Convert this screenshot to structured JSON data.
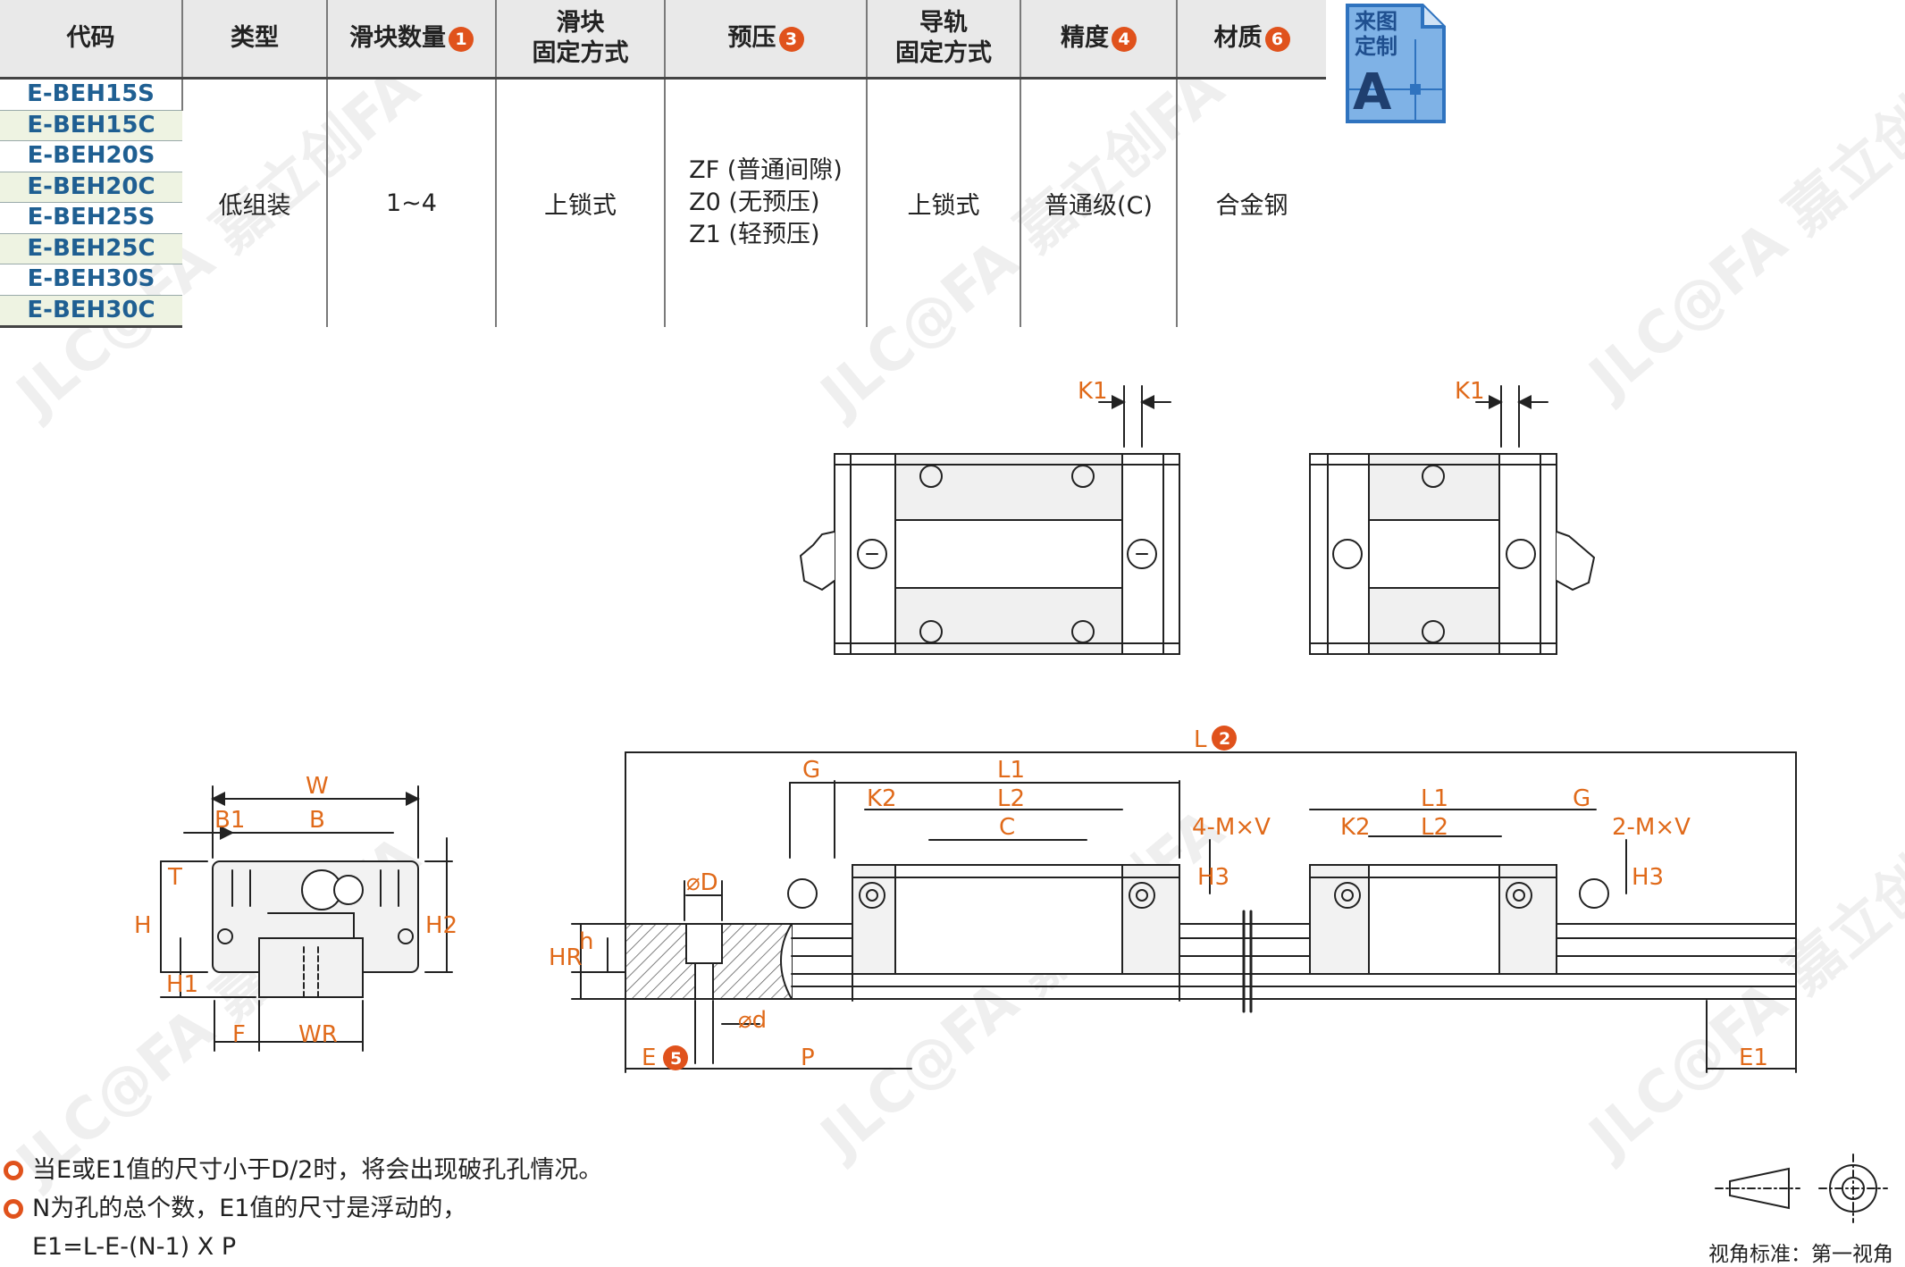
{
  "table": {
    "headers": {
      "code": "代码",
      "type": "类型",
      "slider_qty": "滑块数量",
      "slider_fix_1": "滑块",
      "slider_fix_2": "固定方式",
      "preload": "预压",
      "rail_fix_1": "导轨",
      "rail_fix_2": "固定方式",
      "accuracy": "精度",
      "material": "材质"
    },
    "badges": {
      "slider_qty": "1",
      "preload": "3",
      "accuracy": "4",
      "material": "6"
    },
    "codes": [
      "E-BEH15S",
      "E-BEH15C",
      "E-BEH20S",
      "E-BEH20C",
      "E-BEH25S",
      "E-BEH25C",
      "E-BEH30S",
      "E-BEH30C"
    ],
    "type": "低组装",
    "slider_qty": "1~4",
    "slider_fix": "上锁式",
    "preload": [
      "ZF (普通间隙)",
      "Z0 (无预压)",
      "Z1 (轻预压)"
    ],
    "rail_fix": "上锁式",
    "accuracy": "普通级(C)",
    "material": "合金钢"
  },
  "logo": {
    "line1": "来图",
    "line2": "定制",
    "letter": "A"
  },
  "colors": {
    "accent": "#e06a1a",
    "badge": "#e0521c",
    "code_text": "#1f5f92",
    "code_alt_bg": "#eef3e2",
    "logo_blue": "#4a90d9"
  },
  "dims": {
    "K1": "K1",
    "W": "W",
    "B1": "B1",
    "B": "B",
    "T": "T",
    "H": "H",
    "H2": "H2",
    "H1": "H1",
    "F": "F",
    "WR": "WR",
    "L": "L",
    "L_badge": "2",
    "G": "G",
    "L1": "L1",
    "K2": "K2",
    "L2": "L2",
    "C": "C",
    "MV4": "4-M×V",
    "MV2": "2-M×V",
    "H3": "H3",
    "D": "⌀D",
    "d": "⌀d",
    "HR": "HR",
    "h": "h",
    "E": "E",
    "E_badge": "5",
    "P": "P",
    "E1": "E1"
  },
  "notes": [
    "当E或E1值的尺寸小于D/2时，将会出现破孔孔情况。",
    "N为孔的总个数，E1值的尺寸是浮动的，",
    "E1=L-E-(N-1) X P"
  ],
  "view_label": "视角标准：第一视角",
  "watermark": "JLC@FA 嘉立创FA"
}
